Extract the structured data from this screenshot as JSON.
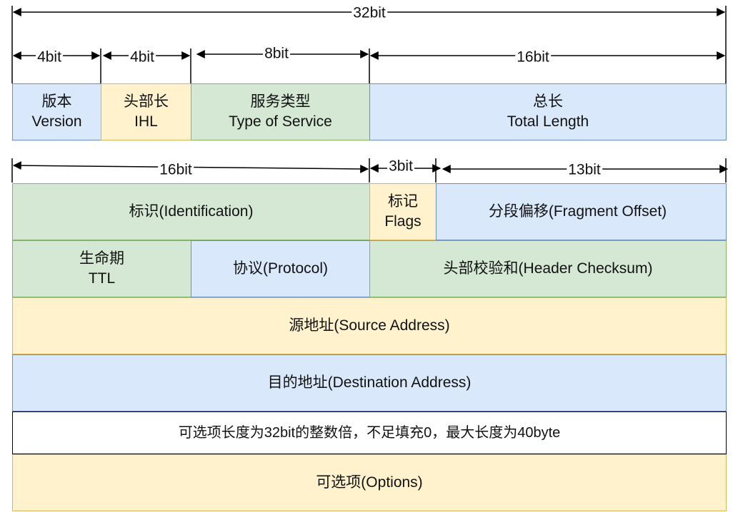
{
  "dimensions": {
    "row1_total": "32bit",
    "row1_version": "4bit",
    "row1_ihl": "4bit",
    "row1_tos": "8bit",
    "row1_total_length": "16bit",
    "row2_identification": "16bit",
    "row2_flags": "3bit",
    "row2_fragment_offset": "13bit"
  },
  "fields": {
    "version_cn": "版本",
    "version_en": "Version",
    "ihl_cn": "头部长",
    "ihl_en": "IHL",
    "tos_cn": "服务类型",
    "tos_en": "Type of Service",
    "total_length_cn": "总长",
    "total_length_en": "Total Length",
    "identification": "标识(Identification)",
    "flags_cn": "标记",
    "flags_en": "Flags",
    "fragment_offset": "分段偏移(Fragment Offset)",
    "ttl_cn": "生命期",
    "ttl_en": "TTL",
    "protocol": "协议(Protocol)",
    "header_checksum": "头部校验和(Header Checksum)",
    "source_address": "源地址(Source Address)",
    "destination_address": "目的地址(Destination Address)",
    "options_note": "可选项长度为32bit的整数倍，不足填充0，最大长度为40byte",
    "options": "可选项(Options)"
  },
  "colors": {
    "blue_fill": "#dae8fc",
    "blue_stroke": "#6c8ebf",
    "yellow_fill": "#fff2cc",
    "yellow_stroke": "#d6b656",
    "green_fill": "#d5e8d4",
    "green_stroke": "#82b366"
  }
}
